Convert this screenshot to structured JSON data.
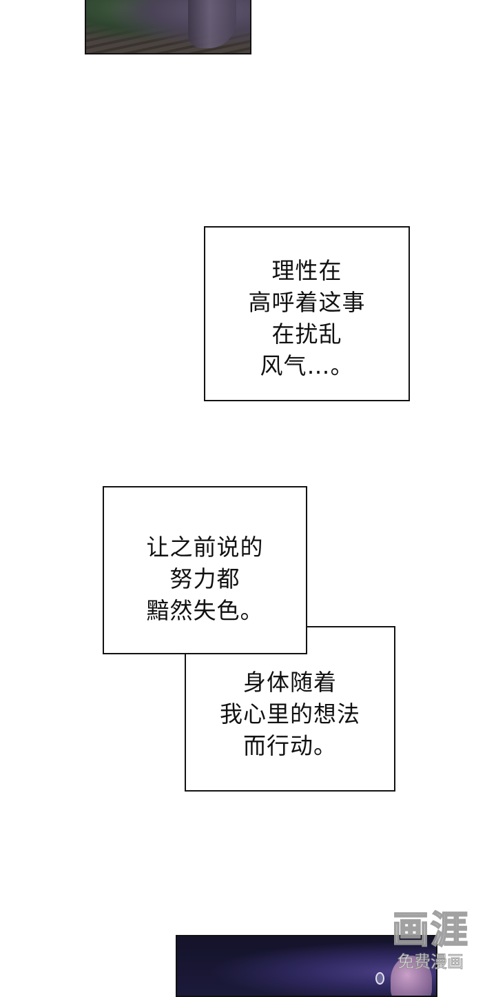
{
  "captions": [
    {
      "lines": [
        "理性在",
        "高呼着这事",
        "在扰乱",
        "风气…。"
      ]
    },
    {
      "lines": [
        "让之前说的",
        "努力都",
        "黯然失色。"
      ]
    },
    {
      "lines": [
        "身体随着",
        "我心里的想法",
        "而行动。"
      ]
    }
  ],
  "watermark": {
    "logo": "画涯",
    "subtitle": "免费漫画"
  },
  "colors": {
    "border": "#111111",
    "background": "#ffffff",
    "night_panel": "#1c1a3a"
  }
}
